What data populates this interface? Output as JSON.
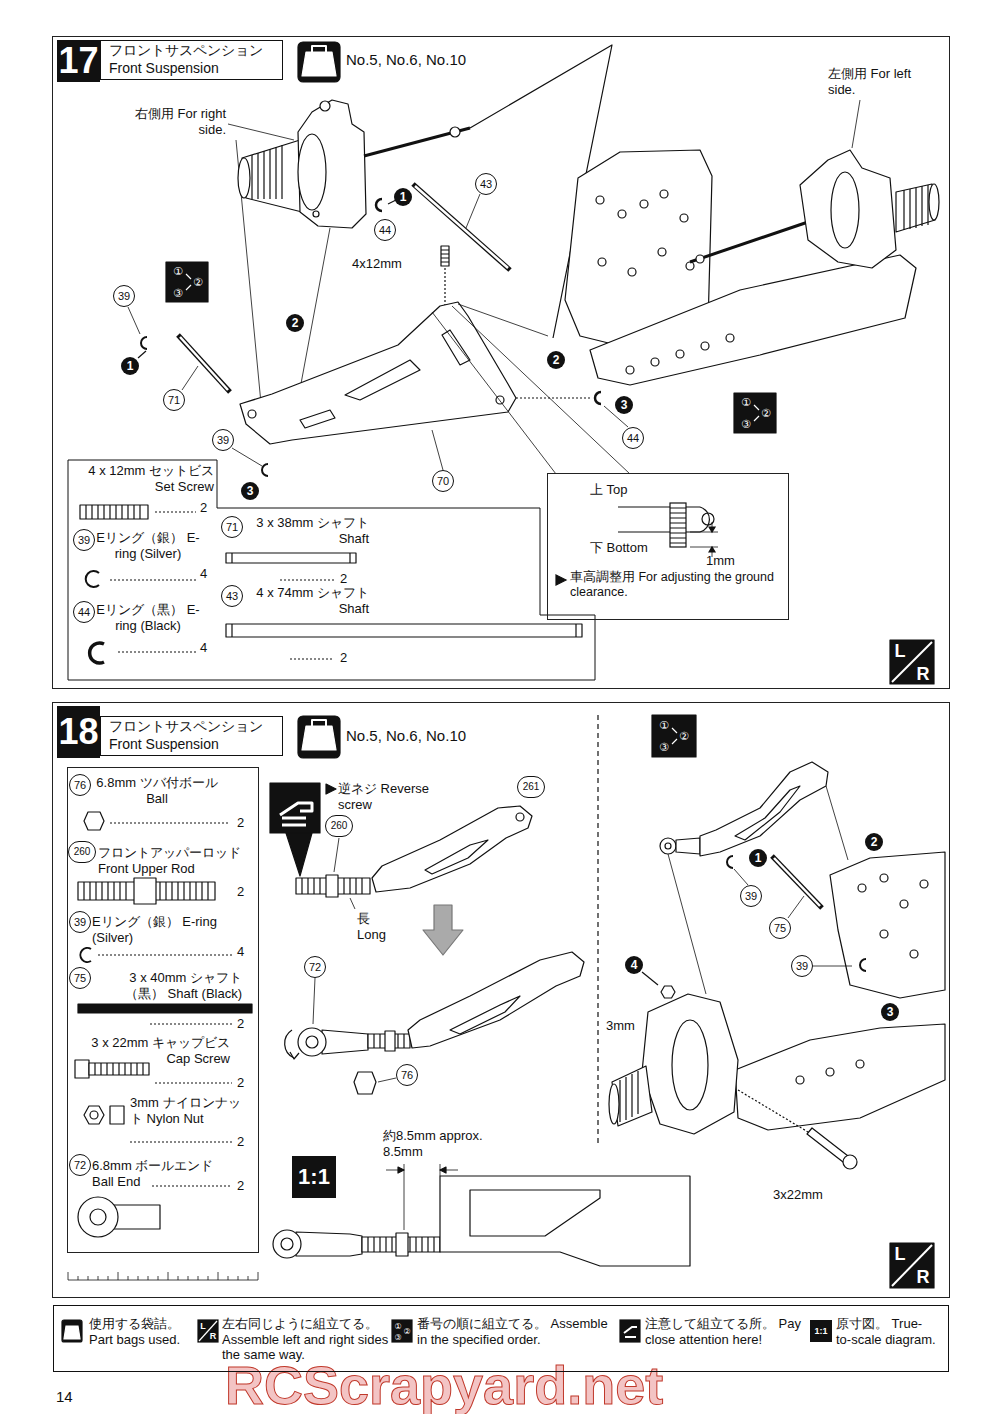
{
  "diagram": {
    "nodes": [
      {
        "text": [
          "17",
          "フロントサスペンション Front Suspension"
        ]
      },
      {
        "text": [
          "4 x 12mm セットビス Set Screw",
          "2",
          "39",
          "Eリング（銀） E-ring (Silver)",
          "4",
          "44",
          "Eリング（黒） E-ring (Black)",
          "4",
          "71",
          "3 x 38mm シャフト Shaft",
          "2",
          "43",
          "4 x 74mm シャフト Shaft",
          "2"
        ],
        "in": 0
      },
      {
        "text": [
          "上 Top",
          "下 Bottom",
          "1mm",
          "車高調整用 For adjusting the ground clearance."
        ],
        "in": 0
      },
      {
        "text": [
          "18",
          "フロントサスペンション Front Suspension"
        ]
      },
      {
        "text": [
          "76",
          "6.8mm ツバ付ボール Ball",
          "2",
          "260",
          "フロントアッパーロッド Front Upper Rod",
          "2",
          "39",
          "Eリング（銀） E-ring (Silver)",
          "4",
          "75",
          "3 x 40mm シャフト（黒） Shaft (Black)",
          "2",
          "3 x 22mm キャップビス Cap Screw",
          "2",
          "3mm ナイロンナット Nylon Nut",
          "2",
          "72",
          "6.8mm ボールエンド Ball End",
          "2"
        ],
        "in": 3
      }
    ],
    "labels": [
      "右側用 For right side.",
      "左側用 For left side.",
      "1",
      "44",
      "43",
      "4x12mm",
      "2",
      "39",
      "1",
      "71",
      "2",
      "3",
      "44",
      "39",
      "3",
      "70",
      "①",
      "②",
      "③",
      "①",
      "②",
      "③",
      "L",
      "R",
      "逆ネジ Reverse screw",
      "261",
      "260",
      "長 Long",
      "72",
      "76",
      "約8.5mm approx. 8.5mm",
      "1:1",
      "39",
      "75",
      "1",
      "2",
      "39",
      "3",
      "4",
      "3mm",
      "3x22mm",
      "①",
      "②",
      "③",
      "L",
      "R",
      "①",
      "②",
      "③",
      "L",
      "R",
      "1:1",
      "14",
      "RCScrapyard.net",
      "No.5, No.6, No.10",
      "No.5, No.6, No.10"
    ],
    "legend": [
      {
        "text": "使用する袋詰。 Part bags used."
      },
      {
        "text": "左右同じように組立てる。 Assemble left and right sides the same way."
      },
      {
        "text": "番号の順に組立てる。 Assemble in the specified order."
      },
      {
        "text": "注意して組立てる所。 Pay close attention here!"
      },
      {
        "text": "原寸図。 True-to-scale diagram."
      }
    ]
  }
}
